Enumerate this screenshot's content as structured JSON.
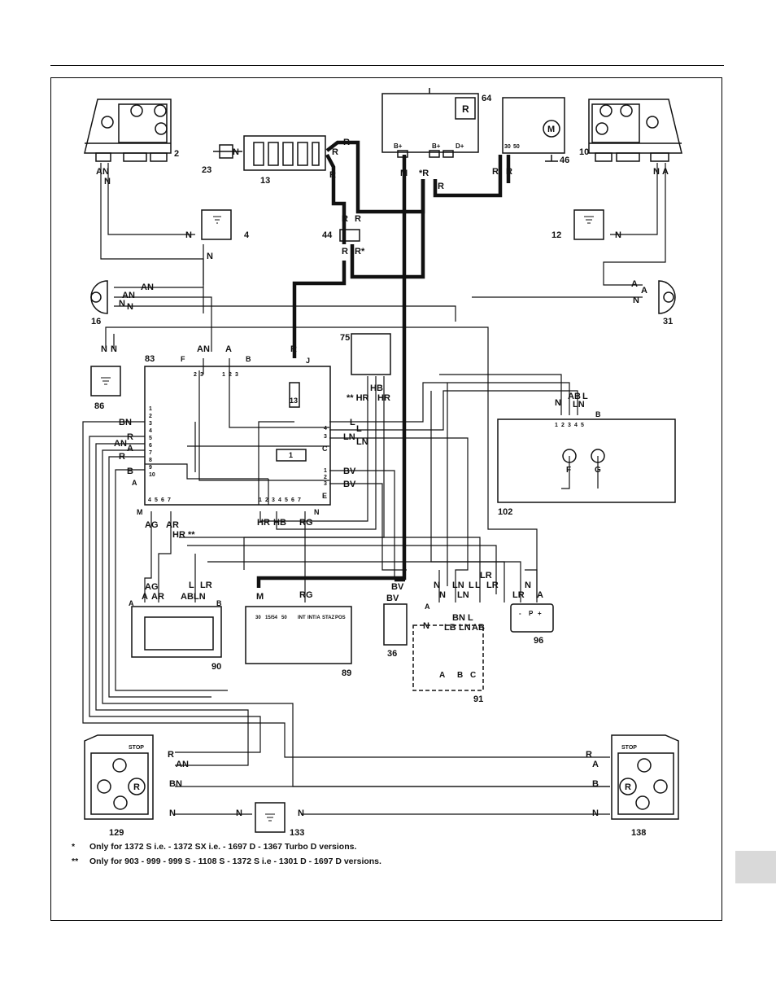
{
  "components": {
    "c2": "2",
    "c4": "4",
    "c10": "10",
    "c12": "12",
    "c13": "13",
    "c16": "16",
    "c23": "23",
    "c31": "31",
    "c36": "36",
    "c44": "44",
    "c46": "46",
    "c64": "64",
    "c75": "75",
    "c83": "83",
    "c86": "86",
    "c89": "89",
    "c90": "90",
    "c91": "91",
    "c96": "96",
    "c102": "102",
    "c129": "129",
    "c133": "133",
    "c138": "138"
  },
  "wires": {
    "n": "N",
    "an": "AN",
    "a": "A",
    "r": "R",
    "m": "M",
    "rstar": "R*",
    "starr": "*R",
    "bn": "BN",
    "b": "B",
    "l": "L",
    "ln": "LN",
    "bv": "BV",
    "hr": "HR",
    "hb": "HB",
    "rg": "RG",
    "ag": "AG",
    "ar": "AR",
    "ab": "AB",
    "lr": "LR",
    "lb": "LB",
    "starhr": "** HR",
    "hrstar": "HR **"
  },
  "inner": {
    "bplus": "B+",
    "dplus": "D+",
    "r_box": "R",
    "m_motor": "M",
    "t30": "30",
    "t50": "50",
    "fuse13": "13",
    "fuse1": "1",
    "f_lamp": "F",
    "g_lamp": "G",
    "stop": "STOP",
    "r_lamp": "R",
    "sw_a": "A",
    "sw_b": "B",
    "sw_c": "C",
    "i30": "30",
    "i1554": "15/54",
    "i50": "50",
    "int": "INT",
    "inta": "INT/A",
    "staz": "STAZ",
    "pos": "POS",
    "minus": "-",
    "p": "P",
    "plus": "+"
  },
  "connectors": {
    "a": "A",
    "b": "B",
    "c": "C",
    "e": "E",
    "f": "F",
    "j": "J",
    "m": "M",
    "n": "N",
    "pins_83_left": [
      "1",
      "2",
      "3",
      "4",
      "5",
      "6",
      "7",
      "8",
      "9",
      "10"
    ],
    "pins_83_f": [
      "2",
      "3"
    ],
    "pins_83_b": [
      "1",
      "2",
      "3"
    ],
    "pins_83_m": [
      "4",
      "5",
      "6",
      "7"
    ],
    "pins_83_n": [
      "1",
      "2",
      "3",
      "4",
      "5",
      "6",
      "7"
    ],
    "pins_83_c": [
      "4",
      "3"
    ],
    "pins_83_e": [
      "1",
      "2",
      "3"
    ],
    "pins_102": [
      "1",
      "2",
      "3",
      "4",
      "5"
    ]
  },
  "notes": {
    "star1_mark": "*",
    "star1_text": "Only for 1372 S i.e. - 1372 SX i.e. - 1697 D - 1367 Turbo D versions.",
    "star2_mark": "**",
    "star2_text": "Only for 903 - 999 - 999 S - 1108 S - 1372 S i.e - 1301 D - 1697 D versions."
  },
  "colors": {
    "line": "#111111",
    "tab": "#d9d9d9"
  }
}
